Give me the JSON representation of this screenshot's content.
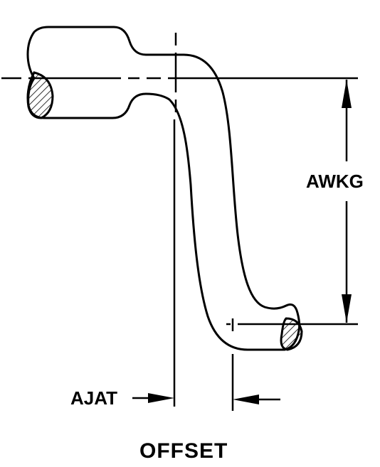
{
  "labels": {
    "dimension_vertical": "AWKG",
    "dimension_horizontal": "AJAT",
    "caption": "OFFSET"
  },
  "colors": {
    "line": "#000000",
    "background": "#ffffff"
  }
}
